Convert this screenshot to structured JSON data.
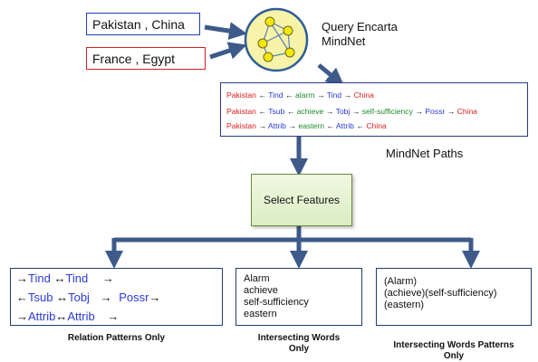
{
  "countries": [
    {
      "label": "Pakistan , China",
      "color": "#1f3fb0"
    },
    {
      "label": "France , Egypt",
      "color": "#d82020"
    }
  ],
  "query": {
    "line1": "Query Encarta",
    "line2": "MindNet"
  },
  "paths_label": "MindNet Paths",
  "paths": [
    [
      {
        "t": "Pakistan",
        "c": "red"
      },
      {
        "t": " ← ",
        "c": "black"
      },
      {
        "t": "Tind",
        "c": "blue"
      },
      {
        "t": " ← ",
        "c": "black"
      },
      {
        "t": "alarm",
        "c": "green"
      },
      {
        "t": " → ",
        "c": "black"
      },
      {
        "t": "Tind",
        "c": "blue"
      },
      {
        "t": " → ",
        "c": "black"
      },
      {
        "t": "China",
        "c": "red"
      }
    ],
    [
      {
        "t": "Pakistan",
        "c": "red"
      },
      {
        "t": " ← ",
        "c": "black"
      },
      {
        "t": "Tsub",
        "c": "blue"
      },
      {
        "t": " ← ",
        "c": "black"
      },
      {
        "t": "achieve",
        "c": "green"
      },
      {
        "t": " → ",
        "c": "black"
      },
      {
        "t": "Tobj",
        "c": "blue"
      },
      {
        "t": " → ",
        "c": "black"
      },
      {
        "t": "self-sufficiency",
        "c": "green"
      },
      {
        "t": " → ",
        "c": "black"
      },
      {
        "t": "Possr",
        "c": "blue"
      },
      {
        "t": " → ",
        "c": "black"
      },
      {
        "t": "China",
        "c": "red"
      }
    ],
    [
      {
        "t": "Pakistan",
        "c": "red"
      },
      {
        "t": " → ",
        "c": "black"
      },
      {
        "t": "Attrib",
        "c": "blue"
      },
      {
        "t": " → ",
        "c": "black"
      },
      {
        "t": "eastern",
        "c": "green"
      },
      {
        "t": " ← ",
        "c": "black"
      },
      {
        "t": "Attrib",
        "c": "blue"
      },
      {
        "t": " ← ",
        "c": "black"
      },
      {
        "t": "China",
        "c": "red"
      }
    ]
  ],
  "select_label": "Select Features",
  "relation_patterns": {
    "row1": {
      "a": "→",
      "b": "Tind",
      "c": "↔",
      "d": "Tind",
      "e": "→"
    },
    "row2": {
      "a": "←",
      "b": "Tsub",
      "c": "↔",
      "d": "Tobj",
      "e": "→",
      "f": "Possr",
      "g": "→"
    },
    "row3": {
      "a": "→",
      "b": "Attrib",
      "c": "↔",
      "d": "Attrib",
      "e": "→"
    },
    "caption": "Relation Patterns Only"
  },
  "intersecting_words": {
    "items": [
      "Alarm",
      "achieve",
      "self-sufficiency",
      "eastern"
    ],
    "caption_line1": "Intersecting Words",
    "caption_line2": "Only"
  },
  "word_patterns": {
    "items": [
      "(Alarm)",
      "(achieve)(self-sufficiency)",
      "(eastern)"
    ],
    "caption_line1": "Intersecting Words Patterns",
    "caption_line2": "Only"
  },
  "colors": {
    "arrow": "#3d5a8a",
    "node": "#f5e60a",
    "circle_fill": "#f7f3a8",
    "circle_ring": "#2c5d9a"
  }
}
